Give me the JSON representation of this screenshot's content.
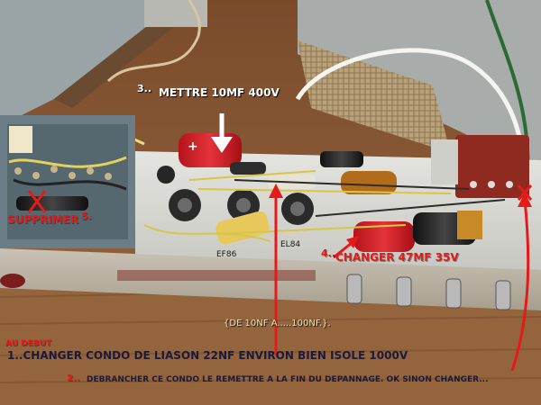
{
  "annotations": {
    "step3_number": "3..",
    "step3_text": "METTRE  10MF 400V",
    "supprimer": "SUPPRIMER",
    "step5_number": "5.",
    "tube_ef86": "EF86",
    "tube_el84": "EL84",
    "step4_number": "4..",
    "step4_text": "CHANGER 47MF 35V",
    "range_note": "{DE 10NF A.....100NF.}.",
    "au_debut": "AU DEBUT",
    "step1_text": "1..CHANGER CONDO DE LIASON    22NF ENVIRON  BIEN ISOLE 1000V",
    "step2_number": "2..",
    "step2_text": "DEBRANCHER CE CONDO LE REMETTRE A LA FIN DU DEPANNAGE. OK  SINON CHANGER..."
  },
  "colors": {
    "annotation_red": "#e31b1b",
    "annotation_white": "#ffffff",
    "chassis": "#d9d9d6",
    "wood": "#8a5a35"
  }
}
